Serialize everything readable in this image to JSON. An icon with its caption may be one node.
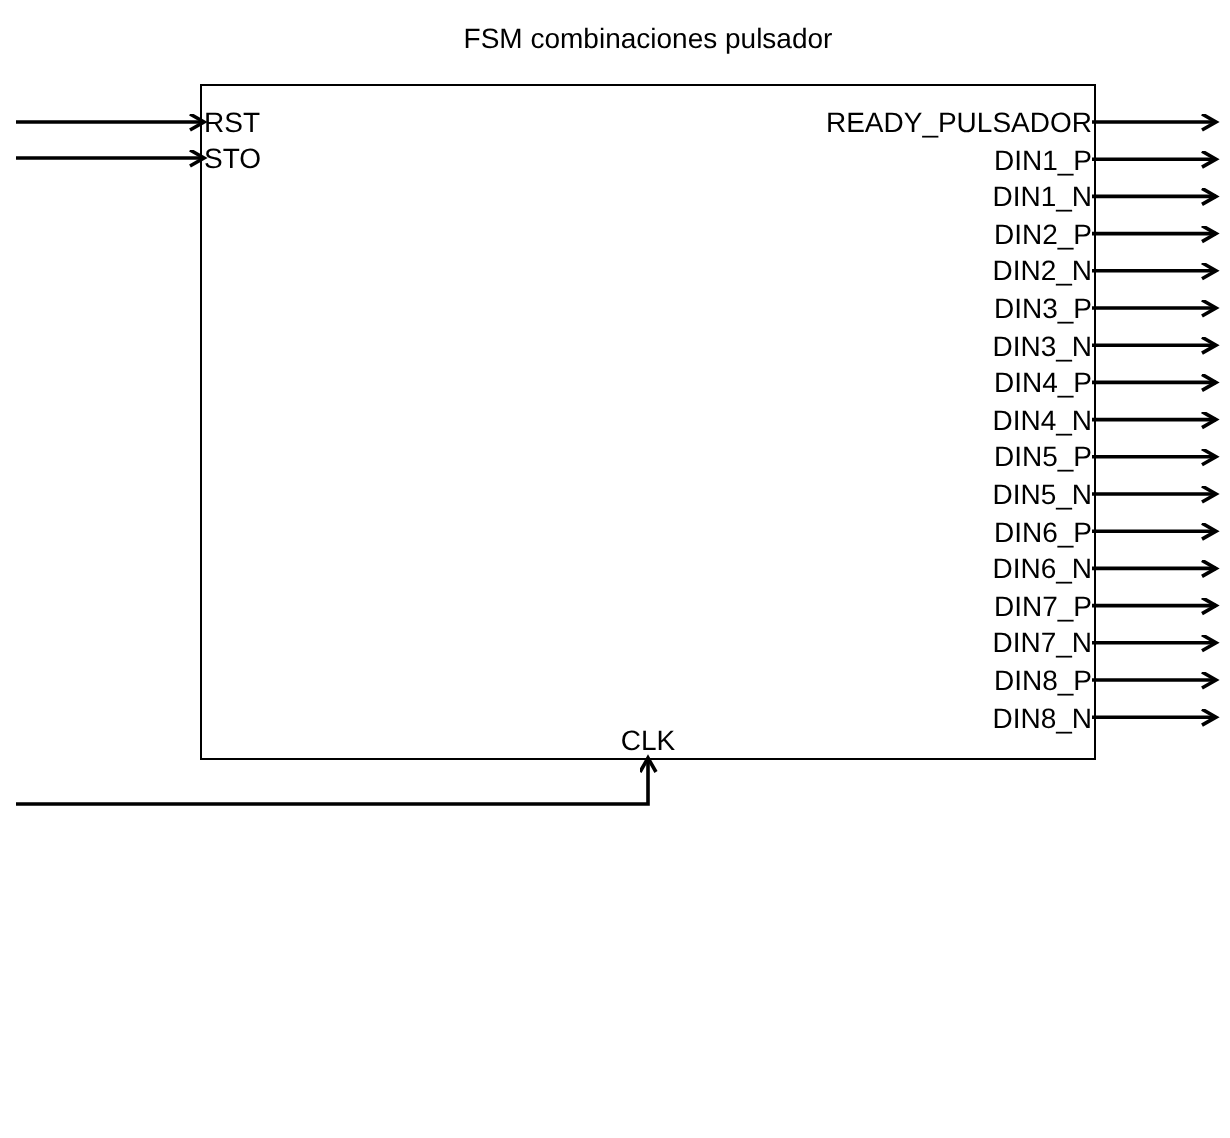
{
  "diagram": {
    "nodes": [
      {
        "text": [
          "FSM combinaciones pulsador"
        ]
      },
      {
        "text": [
          "RST"
        ],
        "in": 0
      },
      {
        "text": [
          "STO"
        ],
        "in": 0
      },
      {
        "text": [
          "READY_PULSADOR"
        ],
        "in": 0
      },
      {
        "text": [
          "DIN1_P"
        ],
        "in": 0
      },
      {
        "text": [
          "DIN1_N"
        ],
        "in": 0
      },
      {
        "text": [
          "DIN2_P"
        ],
        "in": 0
      },
      {
        "text": [
          "DIN2_N"
        ],
        "in": 0
      },
      {
        "text": [
          "DIN3_P"
        ],
        "in": 0
      },
      {
        "text": [
          "DIN3_N"
        ],
        "in": 0
      },
      {
        "text": [
          "DIN4_P"
        ],
        "in": 0
      },
      {
        "text": [
          "DIN4_N"
        ],
        "in": 0
      },
      {
        "text": [
          "DIN5_P"
        ],
        "in": 0
      },
      {
        "text": [
          "DIN5_N"
        ],
        "in": 0
      },
      {
        "text": [
          "DIN6_P"
        ],
        "in": 0
      },
      {
        "text": [
          "DIN6_N"
        ],
        "in": 0
      },
      {
        "text": [
          "DIN7_P"
        ],
        "in": 0
      },
      {
        "text": [
          "DIN7_N"
        ],
        "in": 0
      },
      {
        "text": [
          "DIN8_P"
        ],
        "in": 0
      },
      {
        "text": [
          "DIN8_N"
        ],
        "in": 0
      },
      {
        "text": [
          "CLK"
        ],
        "in": 0
      }
    ],
    "edges": [
      {
        "from": null,
        "to": 1,
        "arrow": "to"
      },
      {
        "from": null,
        "to": 2,
        "arrow": "to"
      },
      {
        "from": 3,
        "to": null,
        "arrow": "to"
      },
      {
        "from": 4,
        "to": null,
        "arrow": "to"
      },
      {
        "from": 5,
        "to": null,
        "arrow": "to"
      },
      {
        "from": 6,
        "to": null,
        "arrow": "to"
      },
      {
        "from": 7,
        "to": null,
        "arrow": "to"
      },
      {
        "from": 8,
        "to": null,
        "arrow": "to"
      },
      {
        "from": 9,
        "to": null,
        "arrow": "to"
      },
      {
        "from": 10,
        "to": null,
        "arrow": "to"
      },
      {
        "from": 11,
        "to": null,
        "arrow": "to"
      },
      {
        "from": 12,
        "to": null,
        "arrow": "to"
      },
      {
        "from": 13,
        "to": null,
        "arrow": "to"
      },
      {
        "from": 14,
        "to": null,
        "arrow": "to"
      },
      {
        "from": 15,
        "to": null,
        "arrow": "to"
      },
      {
        "from": 16,
        "to": null,
        "arrow": "to"
      },
      {
        "from": 17,
        "to": null,
        "arrow": "to"
      },
      {
        "from": 18,
        "to": null,
        "arrow": "to"
      },
      {
        "from": 19,
        "to": null,
        "arrow": "to"
      },
      {
        "from": null,
        "to": 20,
        "arrow": "to"
      }
    ]
  }
}
